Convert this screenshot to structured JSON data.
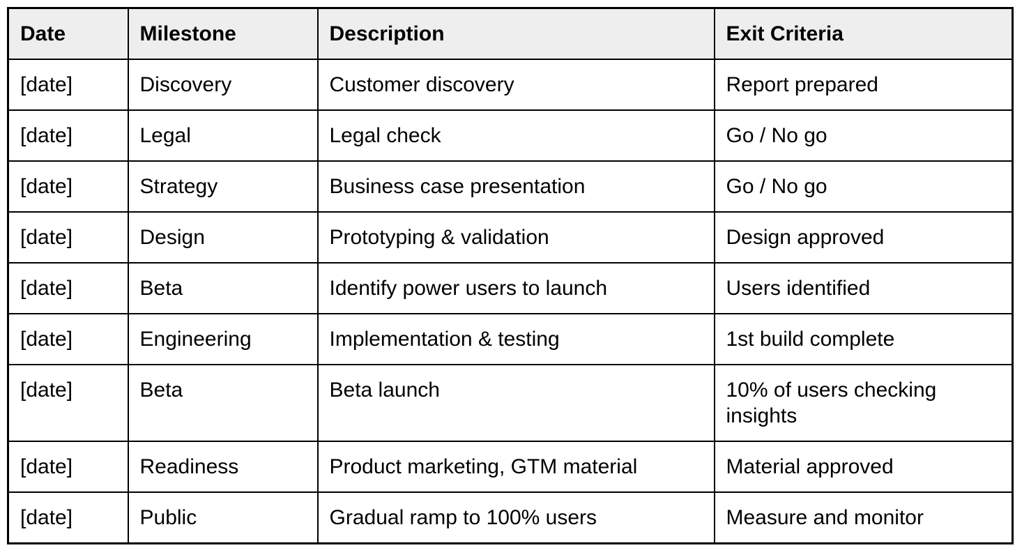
{
  "page": {
    "background": "#ffffff"
  },
  "table": {
    "title_semantic": "launch-milestone-plan",
    "border_color": "#000000",
    "text_color": "#000000",
    "header": {
      "background": "#eeeeee",
      "columns": [
        "Date",
        "Milestone",
        "Description",
        "Exit Criteria"
      ]
    },
    "rows": [
      {
        "date": "[date]",
        "milestone": "Discovery",
        "description": "Customer discovery",
        "exit_criteria": "Report prepared"
      },
      {
        "date": "[date]",
        "milestone": "Legal",
        "description": "Legal check",
        "exit_criteria": "Go / No go"
      },
      {
        "date": "[date]",
        "milestone": "Strategy",
        "description": "Business case presentation",
        "exit_criteria": "Go / No go"
      },
      {
        "date": "[date]",
        "milestone": "Design",
        "description": "Prototyping & validation",
        "exit_criteria": "Design approved"
      },
      {
        "date": "[date]",
        "milestone": "Beta",
        "description": "Identify power users to launch",
        "exit_criteria": "Users identified"
      },
      {
        "date": "[date]",
        "milestone": "Engineering",
        "description": "Implementation & testing",
        "exit_criteria": "1st build complete"
      },
      {
        "date": "[date]",
        "milestone": "Beta",
        "description": "Beta launch",
        "exit_criteria": "10% of users checking insights"
      },
      {
        "date": "[date]",
        "milestone": "Readiness",
        "description": "Product marketing, GTM material",
        "exit_criteria": "Material approved"
      },
      {
        "date": "[date]",
        "milestone": "Public",
        "description": "Gradual ramp to 100% users",
        "exit_criteria": "Measure and monitor"
      }
    ]
  }
}
